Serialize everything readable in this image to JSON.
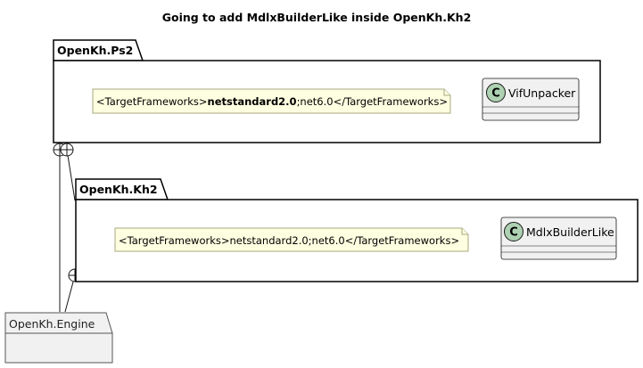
{
  "title": "Going to add MdlxBuilderLike inside OpenKh.Kh2",
  "colors": {
    "package_border": "#000000",
    "package_fill": "#ffffff",
    "note_fill": "#fefee0",
    "note_border": "#a8a880",
    "class_fill": "#f1f1f1",
    "class_border": "#181818",
    "spot_fill": "#add1b2",
    "engine_fill": "#f1f1f1",
    "engine_border": "#555555"
  },
  "packages": {
    "ps2": {
      "name": "OpenKh.Ps2",
      "note": {
        "prefix": "<TargetFrameworks>",
        "bold": "netstandard2.0",
        "suffix": ";net6.0</TargetFrameworks>"
      },
      "class": {
        "spot": "C",
        "name": "VifUnpacker"
      }
    },
    "kh2": {
      "name": "OpenKh.Kh2",
      "note": {
        "text": "<TargetFrameworks>netstandard2.0;net6.0</TargetFrameworks>"
      },
      "class": {
        "spot": "C",
        "name": "MdlxBuilderLike"
      }
    },
    "engine": {
      "name": "OpenKh.Engine"
    }
  }
}
